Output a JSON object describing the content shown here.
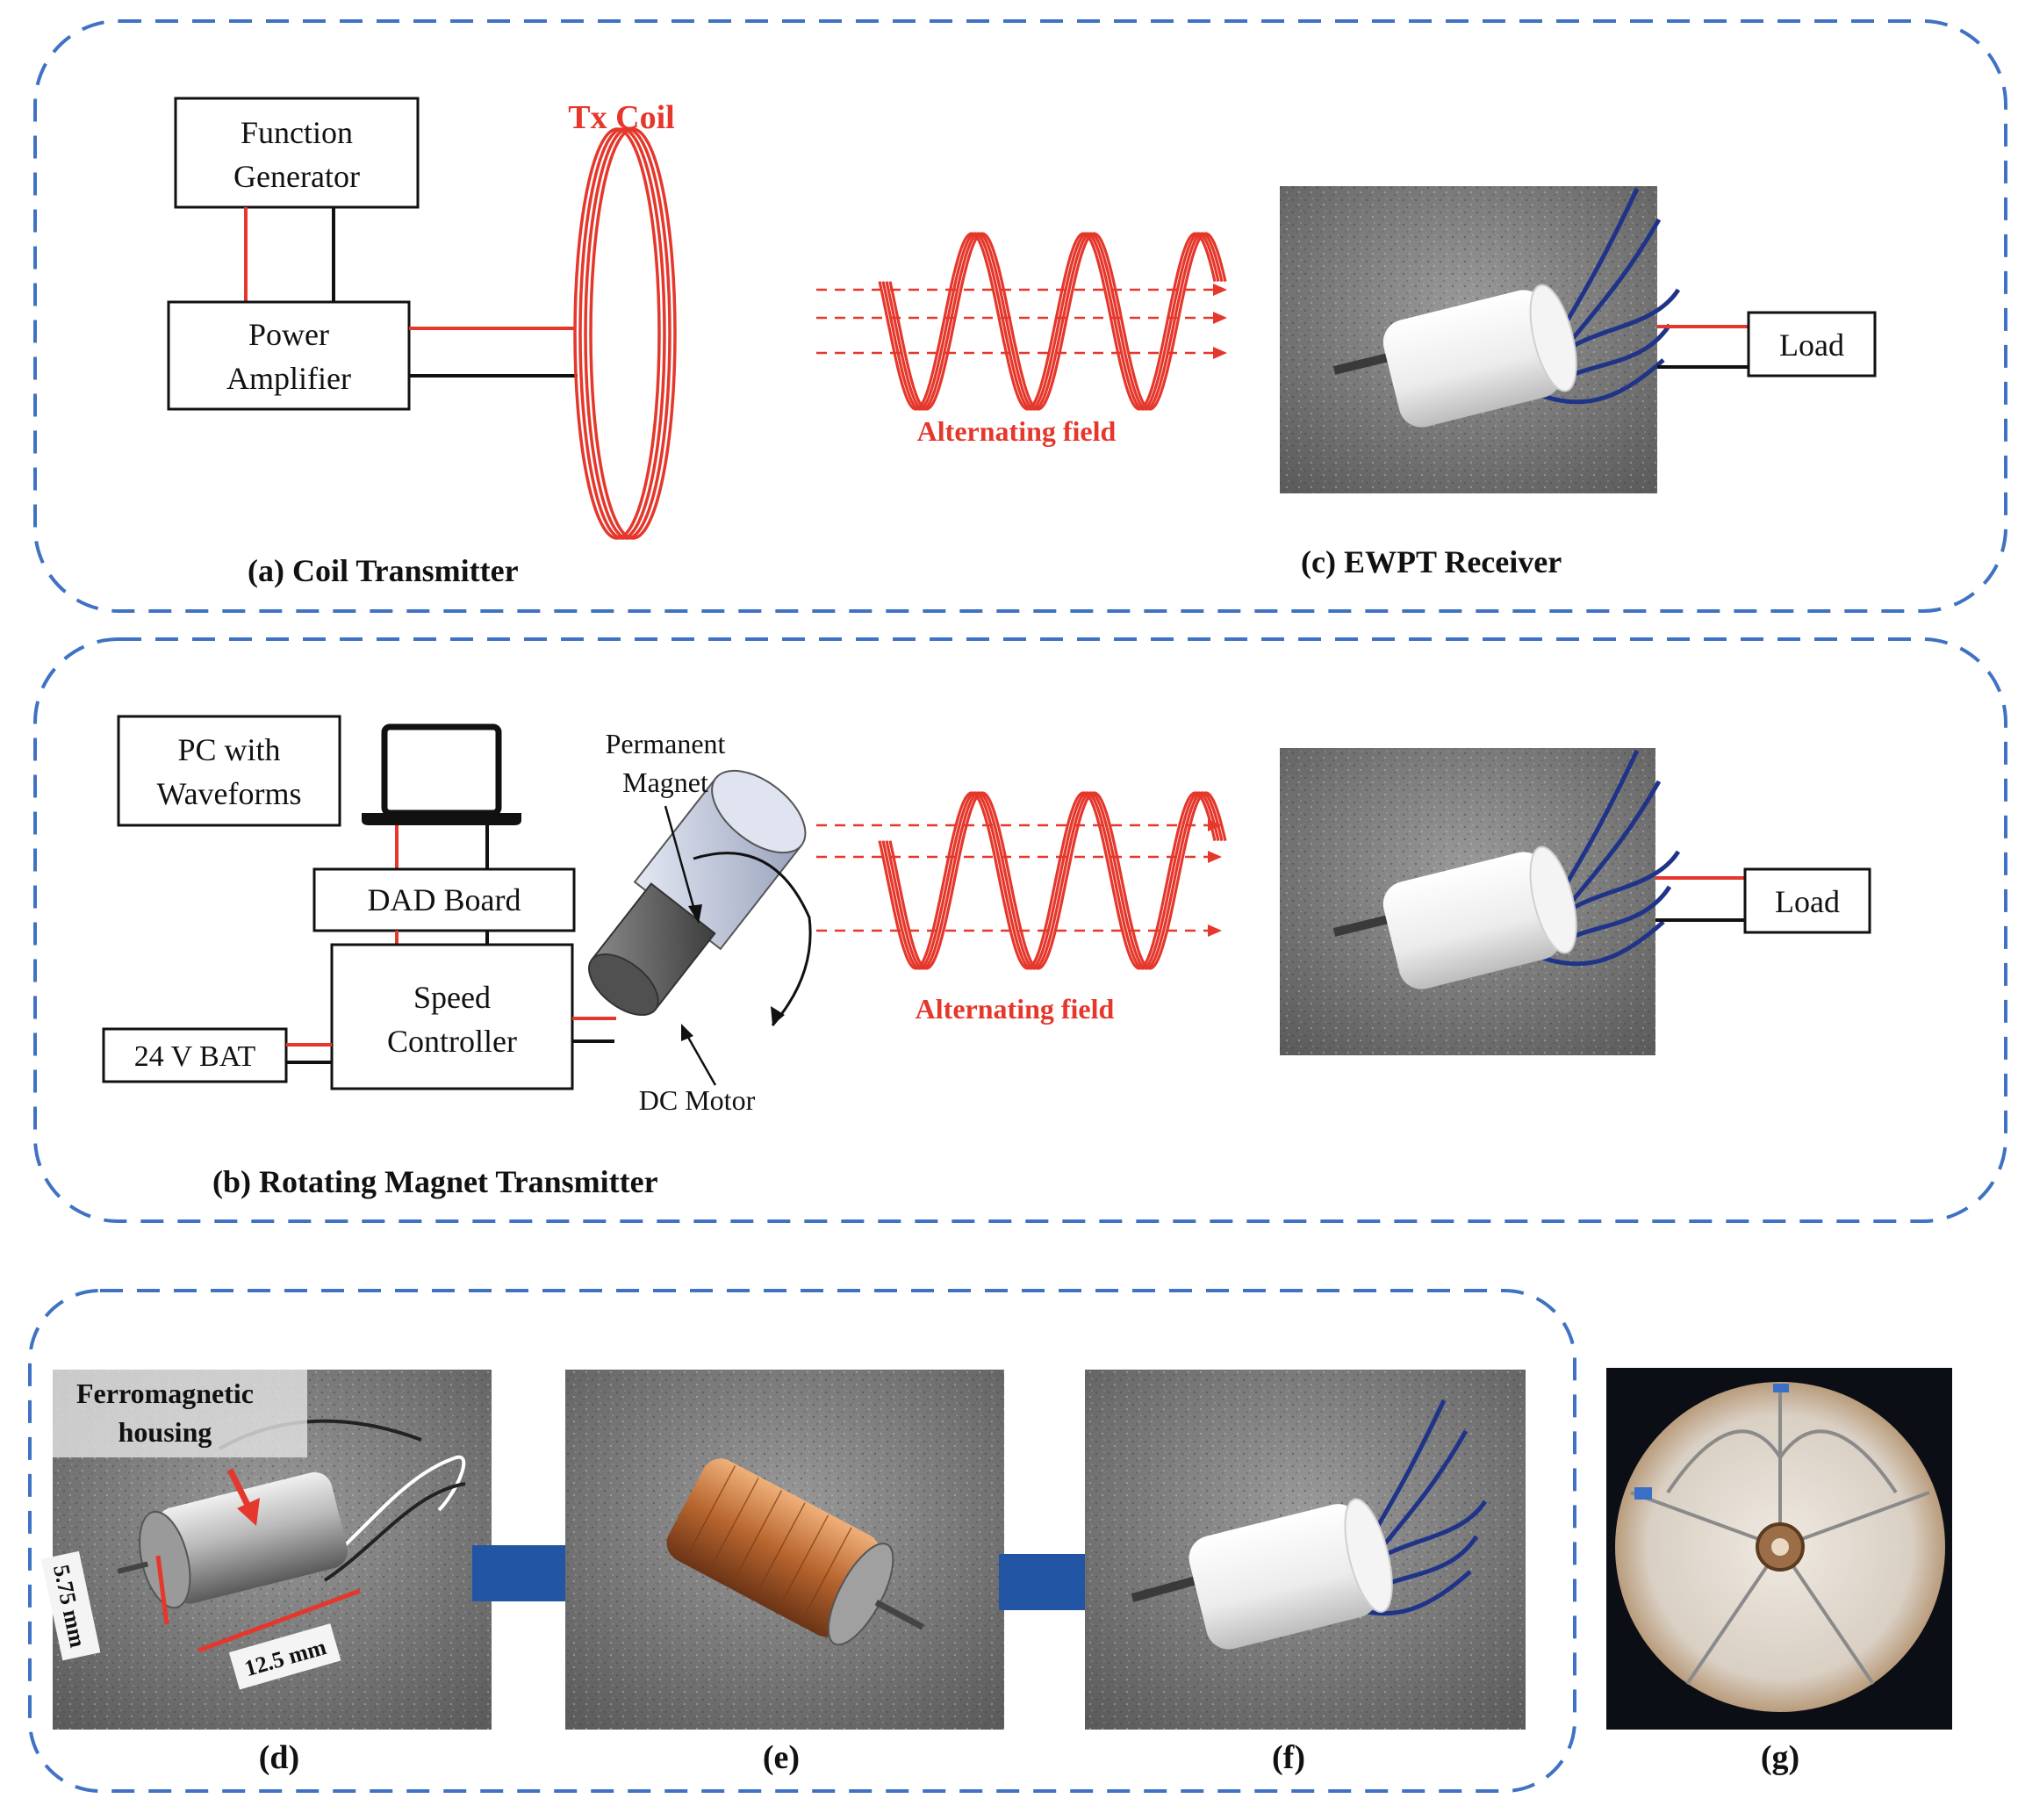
{
  "colors": {
    "frame": "#3f72c4",
    "wire_red": "#e5372b",
    "wire_black": "#111111",
    "arrow_blue": "#2255a4"
  },
  "panel_a": {
    "function_generator": [
      "Function",
      "Generator"
    ],
    "power_amplifier": [
      "Power",
      "Amplifier"
    ],
    "tx_coil": "Tx Coil",
    "caption": "(a) Coil Transmitter"
  },
  "field": {
    "label": "Alternating field"
  },
  "panel_c": {
    "caption": "(c) EWPT Receiver",
    "load": "Load"
  },
  "panel_b": {
    "pc": [
      "PC with",
      "Waveforms"
    ],
    "dad_board": "DAD Board",
    "speed_controller": [
      "Speed",
      "Controller"
    ],
    "battery": "24 V BAT",
    "permanent_magnet": [
      "Permanent",
      "Magnet"
    ],
    "dc_motor": "DC Motor",
    "load": "Load",
    "caption": "(b) Rotating Magnet Transmitter"
  },
  "panel_d": {
    "housing": [
      "Ferromagnetic",
      "housing"
    ],
    "dim_diameter": "5.75 mm",
    "dim_length": "12.5 mm",
    "caption": "(d)"
  },
  "panel_e": {
    "caption": "(e)"
  },
  "panel_f": {
    "caption": "(f)"
  },
  "panel_g": {
    "caption": "(g)"
  }
}
